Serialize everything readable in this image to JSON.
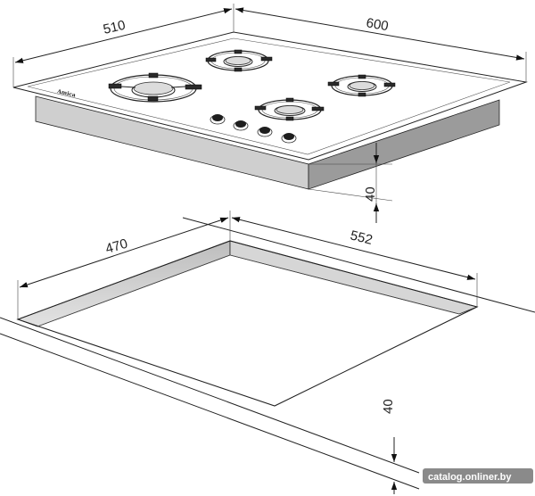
{
  "hob": {
    "brand": "Amica",
    "dimensions": {
      "depth": "510",
      "width": "600",
      "height": "40"
    }
  },
  "cutout": {
    "dimensions": {
      "depth": "470",
      "width": "552",
      "height": "40"
    }
  },
  "watermark": "catalog.onliner.by"
}
